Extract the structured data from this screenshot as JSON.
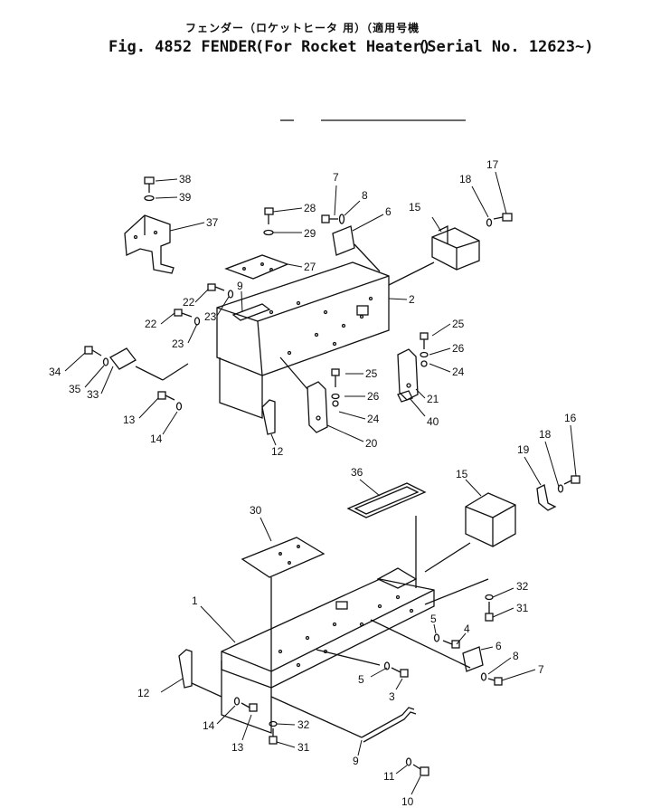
{
  "header": {
    "jp_line": "フェンダー（ロケットヒータ 用）（適用号機",
    "fig_label": "Fig. 4852 FENDER",
    "for_label": "(For Rocket Heater)",
    "serial_label": "(Serial No. 12623~)"
  },
  "callouts": {
    "upper": [
      {
        "n": "38"
      },
      {
        "n": "39"
      },
      {
        "n": "37"
      },
      {
        "n": "7"
      },
      {
        "n": "8"
      },
      {
        "n": "6"
      },
      {
        "n": "28"
      },
      {
        "n": "29"
      },
      {
        "n": "27"
      },
      {
        "n": "15"
      },
      {
        "n": "18"
      },
      {
        "n": "17"
      },
      {
        "n": "22"
      },
      {
        "n": "23"
      },
      {
        "n": "9"
      },
      {
        "n": "2"
      },
      {
        "n": "22"
      },
      {
        "n": "23"
      },
      {
        "n": "34"
      },
      {
        "n": "35"
      },
      {
        "n": "33"
      },
      {
        "n": "25"
      },
      {
        "n": "26"
      },
      {
        "n": "24"
      },
      {
        "n": "21"
      },
      {
        "n": "40"
      },
      {
        "n": "25"
      },
      {
        "n": "26"
      },
      {
        "n": "24"
      },
      {
        "n": "20"
      },
      {
        "n": "13"
      },
      {
        "n": "14"
      },
      {
        "n": "12"
      }
    ],
    "lower": [
      {
        "n": "36"
      },
      {
        "n": "15"
      },
      {
        "n": "19"
      },
      {
        "n": "18"
      },
      {
        "n": "16"
      },
      {
        "n": "30"
      },
      {
        "n": "1"
      },
      {
        "n": "32"
      },
      {
        "n": "31"
      },
      {
        "n": "5"
      },
      {
        "n": "4"
      },
      {
        "n": "6"
      },
      {
        "n": "8"
      },
      {
        "n": "7"
      },
      {
        "n": "5"
      },
      {
        "n": "3"
      },
      {
        "n": "12"
      },
      {
        "n": "14"
      },
      {
        "n": "13"
      },
      {
        "n": "32"
      },
      {
        "n": "31"
      },
      {
        "n": "9"
      },
      {
        "n": "11"
      },
      {
        "n": "10"
      }
    ]
  }
}
